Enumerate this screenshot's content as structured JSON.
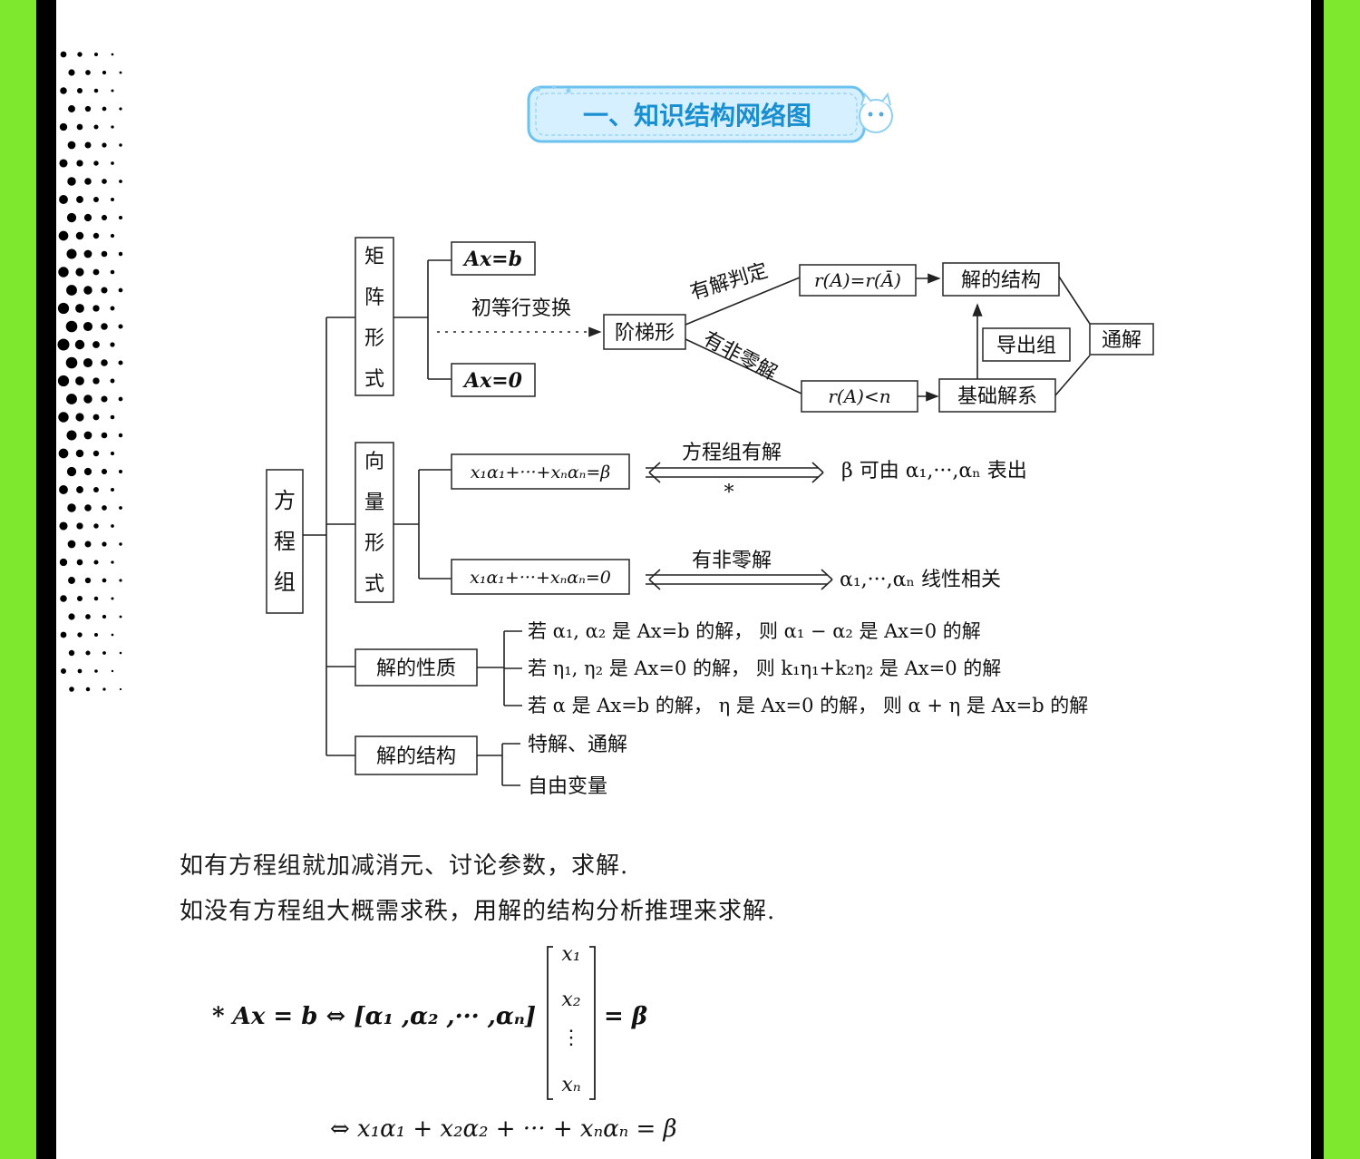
{
  "title": "一、知识结构网络图",
  "root": "方程组",
  "branches": {
    "matrix_form": "矩阵形式",
    "vector_form": "向量形式",
    "properties": "解的性质",
    "structure": "解的结构"
  },
  "matrix": {
    "eq_b": "Ax=b",
    "eq_0": "Ax=0",
    "transform": "初等行变换",
    "dots_arrow": "···→···→···→",
    "echelon": "阶梯形",
    "judge_label": "有解判定",
    "nonzero_label": "有非零解",
    "rank_eq": "r(A)=r(Ā)",
    "rank_lt": "r(A)<n",
    "solution_structure": "解的结构",
    "derived": "导出组",
    "basis": "基础解系",
    "general": "通解"
  },
  "vector": {
    "eq_beta": "x₁α₁+···+xₙαₙ=β",
    "has_solution": "方程组有解",
    "star": "*",
    "beta_expr": "β 可由 α₁,···,αₙ 表出",
    "eq_zero": "x₁α₁+···+xₙαₙ=0",
    "nonzero": "有非零解",
    "dependent": "α₁,···,αₙ 线性相关"
  },
  "properties_items": [
    "若 α₁, α₂ 是 Ax=b 的解， 则 α₁ − α₂ 是 Ax=0 的解",
    "若 η₁, η₂ 是 Ax=0 的解， 则 k₁η₁+k₂η₂ 是 Ax=0 的解",
    "若 α 是 Ax=b 的解， η 是 Ax=0 的解， 则 α + η 是 Ax=b 的解"
  ],
  "structure_items": [
    "特解、通解",
    "自由变量"
  ],
  "paragraphs": [
    "如有方程组就加减消元、讨论参数，求解.",
    "如没有方程组大概需求秩，用解的结构分析推理来求解."
  ],
  "formula1": {
    "lhs": "* Ax = b ⇔ [α₁ ,α₂ ,··· ,αₙ]",
    "vector": [
      "x₁",
      "x₂",
      "⋮",
      "xₙ"
    ],
    "rhs": "= β"
  },
  "formula2": "⇔ x₁α₁ + x₂α₂ + ··· + xₙαₙ = β",
  "colors": {
    "accent_green": "#7de82e",
    "badge_fill": "#d7f0ff",
    "badge_stroke": "#6cc2ee",
    "badge_text": "#1a8fd0"
  }
}
